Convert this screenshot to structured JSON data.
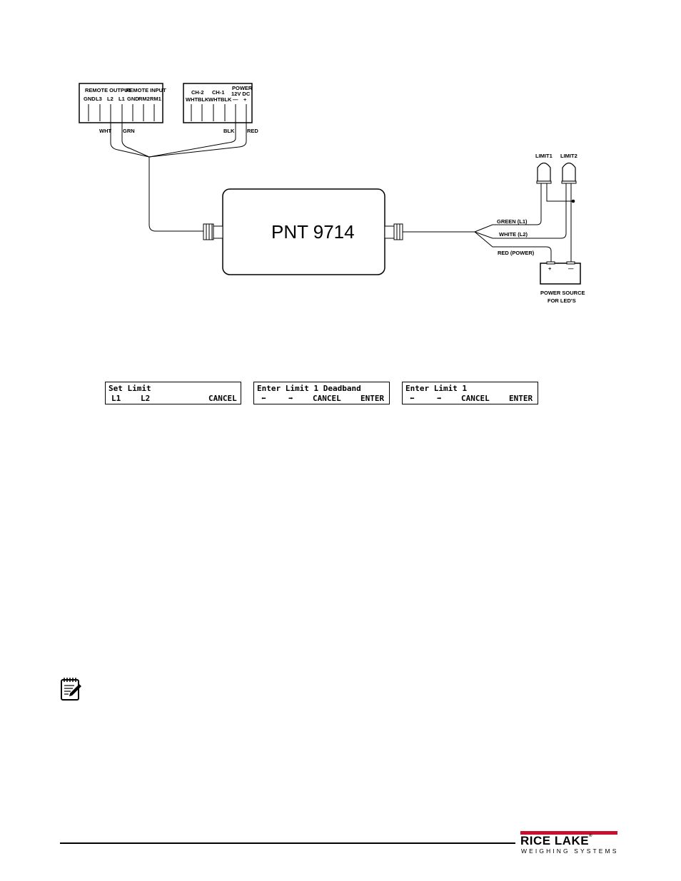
{
  "terminal_left": {
    "header_left": "REMOTE OUTPUT",
    "header_right": "REMOTE INPUT",
    "pins": [
      "GND",
      "L3",
      "L2",
      "L1",
      "GND",
      "RM2",
      "RM1"
    ]
  },
  "terminal_right": {
    "header_ch2": "CH-2",
    "header_ch1": "CH-1",
    "header_power_1": "POWER",
    "header_power_2": "12V DC",
    "pins": [
      "WHT",
      "BLK",
      "WHT",
      "BLK",
      "—",
      "+"
    ]
  },
  "wire_labels": {
    "wht": "WHT",
    "grn": "GRN",
    "blk": "BLK",
    "red": "RED"
  },
  "module": {
    "label": "PNT 9714"
  },
  "leds": {
    "limit1": "LIMIT1",
    "limit2": "LIMIT2"
  },
  "output_wires": {
    "green": "GREEN (L1)",
    "white": "WHITE (L2)",
    "red": "RED (POWER)"
  },
  "power_source": {
    "plus": "+",
    "minus": "—",
    "label_1": "POWER SOURCE",
    "label_2": "FOR LED'S"
  },
  "displays": [
    {
      "line1": "Set Limit",
      "softkeys": [
        "L1",
        "L2",
        "",
        "CANCEL"
      ]
    },
    {
      "line1": "Enter Limit 1 Deadband",
      "softkeys": [
        "⬅",
        "➡",
        "CANCEL",
        "ENTER"
      ]
    },
    {
      "line1": "Enter Limit 1",
      "softkeys": [
        "⬅",
        "➡",
        "CANCEL",
        "ENTER"
      ]
    }
  ],
  "logo": {
    "name": "RICE LAKE",
    "trademark": "®",
    "subtitle": "WEIGHING SYSTEMS",
    "accent_color": "#c8102e"
  }
}
